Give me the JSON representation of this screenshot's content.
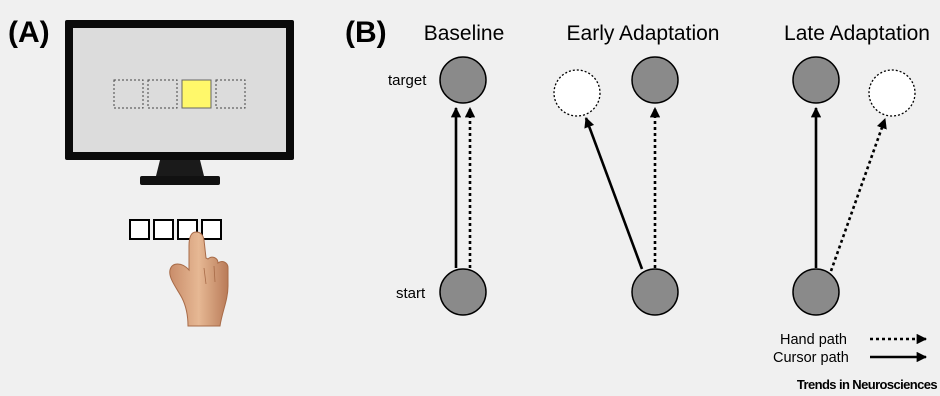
{
  "panels": {
    "a": {
      "label": "(A)"
    },
    "b": {
      "label": "(B)",
      "columns": [
        {
          "title": "Baseline"
        },
        {
          "title": "Early Adaptation"
        },
        {
          "title": "Late Adaptation"
        }
      ],
      "target_label": "target",
      "start_label": "start"
    }
  },
  "legend": {
    "hand_path": "Hand path",
    "cursor_path": "Cursor path"
  },
  "footer": {
    "journal": "Trends in Neurosciences"
  },
  "colors": {
    "background": "#f0f0f0",
    "circle_fill": "#8a8a8a",
    "highlight_square": "#fff86a",
    "screen": "#dcdcdc"
  }
}
